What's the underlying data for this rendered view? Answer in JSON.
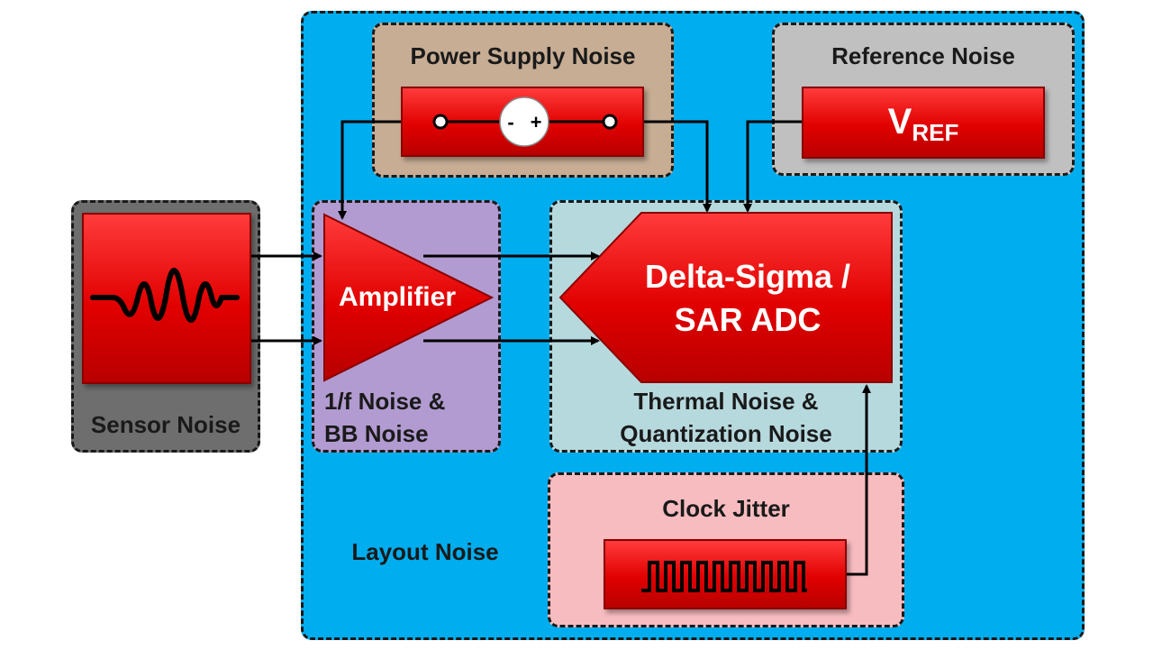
{
  "labels": {
    "power_supply_noise": "Power Supply Noise",
    "reference_noise": "Reference Noise",
    "vref_main": "V",
    "vref_sub": "REF",
    "sensor_noise": "Sensor Noise",
    "amplifier": "Amplifier",
    "amp_noise_line1": "1/f Noise &",
    "amp_noise_line2": "BB Noise",
    "adc_line1": "Delta-Sigma /",
    "adc_line2": "SAR ADC",
    "adc_noise_line1": "Thermal Noise &",
    "adc_noise_line2": "Quantization Noise",
    "clock_jitter": "Clock Jitter",
    "layout_noise": "Layout Noise",
    "minus": "-",
    "plus": "+"
  },
  "colors": {
    "layout_bg": "#00adef",
    "power_bg": "#c7ad94",
    "reference_bg": "#c0c0c0",
    "sensor_bg": "#6e6e6e",
    "amp_bg": "#b29bd1",
    "adc_bg": "#b6d9de",
    "clock_bg": "#f7bcc0",
    "red": "#e10000"
  }
}
